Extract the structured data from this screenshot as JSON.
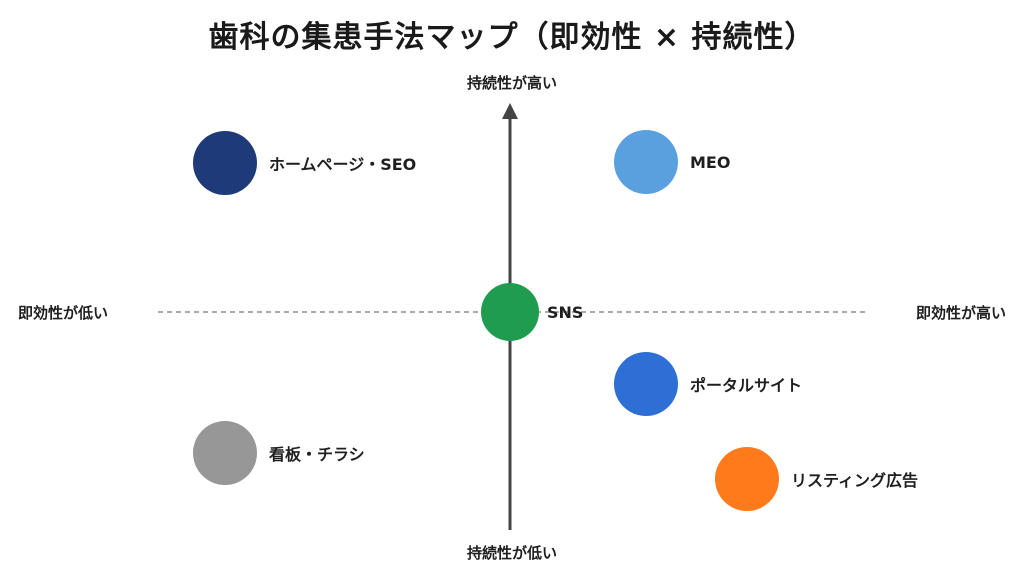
{
  "title": "歯科の集患手法マップ（即効性 × 持続性）",
  "axes": {
    "y_high": "持続性が高い",
    "y_low": "持続性が低い",
    "x_low": "即効性が低い",
    "x_high": "即効性が高い"
  },
  "nodes": [
    {
      "label": "ホームページ・SEO",
      "color": "#1f3a78"
    },
    {
      "label": "MEO",
      "color": "#5aa0df"
    },
    {
      "label": "SNS",
      "color": "#1f9c4f"
    },
    {
      "label": "ポータルサイト",
      "color": "#2d6fd4"
    },
    {
      "label": "看板・チラシ",
      "color": "#979797"
    },
    {
      "label": "リスティング広告",
      "color": "#ff7a1a"
    }
  ],
  "colors": {
    "axis_line": "#444444",
    "dashed_line": "#8f8f8f"
  }
}
